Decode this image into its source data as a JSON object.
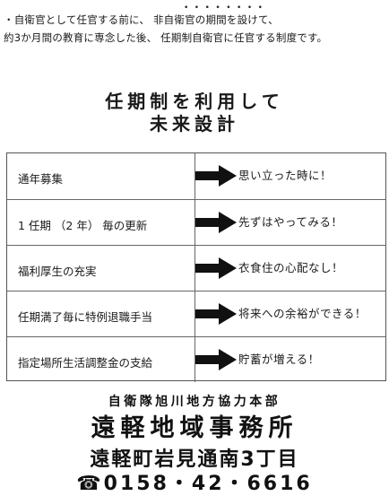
{
  "intro": {
    "line1": "・自衛官として任官する前に、 非自衛官の期間を設けて、",
    "line2": "約3か月間の教育に専念した後、 任期制自衛官に任官する制度です。"
  },
  "headline": {
    "line1": "任期制を利用して",
    "line2": "未来設計"
  },
  "rows": [
    {
      "left": "通年募集",
      "right": "思い立った時に！"
    },
    {
      "left": "1 任期 （2 年） 毎の更新",
      "right": "先ずはやってみる！"
    },
    {
      "left": "福利厚生の充実",
      "right": "衣食住の心配なし！"
    },
    {
      "left": "任期満了毎に特例退職手当",
      "right": "将来への余裕ができる！"
    },
    {
      "left": "指定場所生活調整金の支給",
      "right": "貯蓄が増える！"
    }
  ],
  "footer": {
    "org": "自衛隊旭川地方協力本部",
    "office": "遠軽地域事務所",
    "address": "遠軽町岩見通南3丁目",
    "phone": "☎0158・42・6616"
  }
}
